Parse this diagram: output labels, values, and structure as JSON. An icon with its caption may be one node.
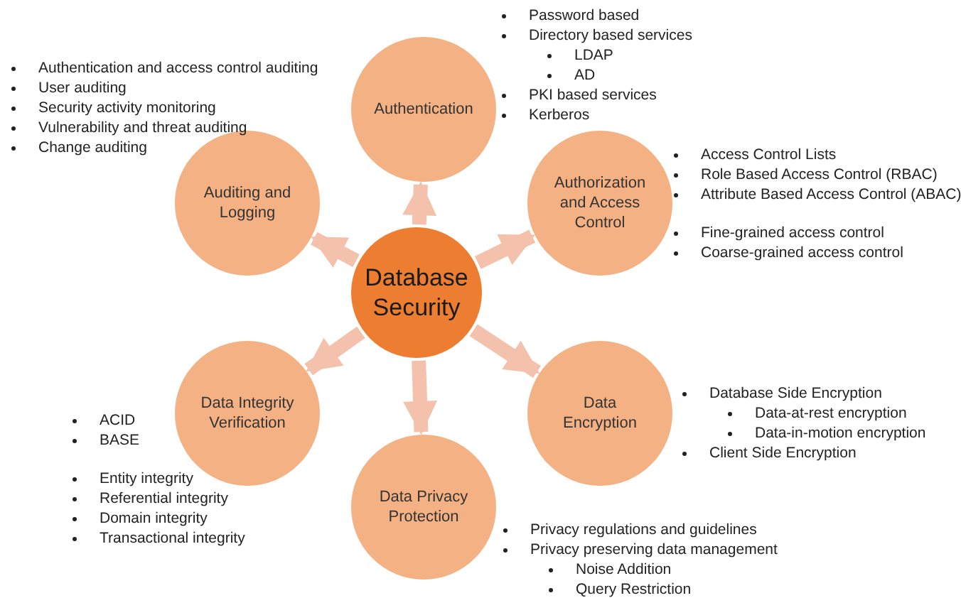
{
  "diagram": {
    "nodes": [
      {
        "text": [
          "Database Security"
        ]
      },
      {
        "text": [
          "Authentication"
        ],
        "beside": [
          "Password based",
          "Directory based services",
          "LDAP",
          "AD",
          "PKI based services",
          "Kerberos"
        ]
      },
      {
        "text": [
          "Authorization and Access Control"
        ],
        "beside": [
          "Access Control Lists",
          "Role Based Access Control (RBAC)",
          "Attribute Based Access Control (ABAC)",
          "Fine-grained access control",
          "Coarse-grained access control"
        ]
      },
      {
        "text": [
          "Data Encryption"
        ],
        "beside": [
          "Database Side Encryption",
          "Data-at-rest encryption",
          "Data-in-motion encryption",
          "Client Side Encryption"
        ]
      },
      {
        "text": [
          "Data Privacy Protection"
        ],
        "beside": [
          "Privacy regulations and guidelines",
          "Privacy preserving data management",
          "Noise Addition",
          "Query Restriction"
        ]
      },
      {
        "text": [
          "Data Integrity Verification"
        ],
        "beside": [
          "ACID",
          "BASE",
          "Entity integrity",
          "Referential integrity",
          "Domain integrity",
          "Transactional integrity"
        ]
      },
      {
        "text": [
          "Auditing and Logging"
        ],
        "beside": [
          "Authentication and access control auditing",
          "User auditing",
          "Security activity monitoring",
          "Vulnerability and threat auditing",
          "Change auditing"
        ]
      }
    ],
    "edges": [
      {
        "from": 0,
        "to": 1,
        "arrow": "to"
      },
      {
        "from": 0,
        "to": 2,
        "arrow": "to"
      },
      {
        "from": 0,
        "to": 3,
        "arrow": "to"
      },
      {
        "from": 0,
        "to": 4,
        "arrow": "to"
      },
      {
        "from": 0,
        "to": 5,
        "arrow": "to"
      },
      {
        "from": 0,
        "to": 6,
        "arrow": "to"
      }
    ]
  }
}
